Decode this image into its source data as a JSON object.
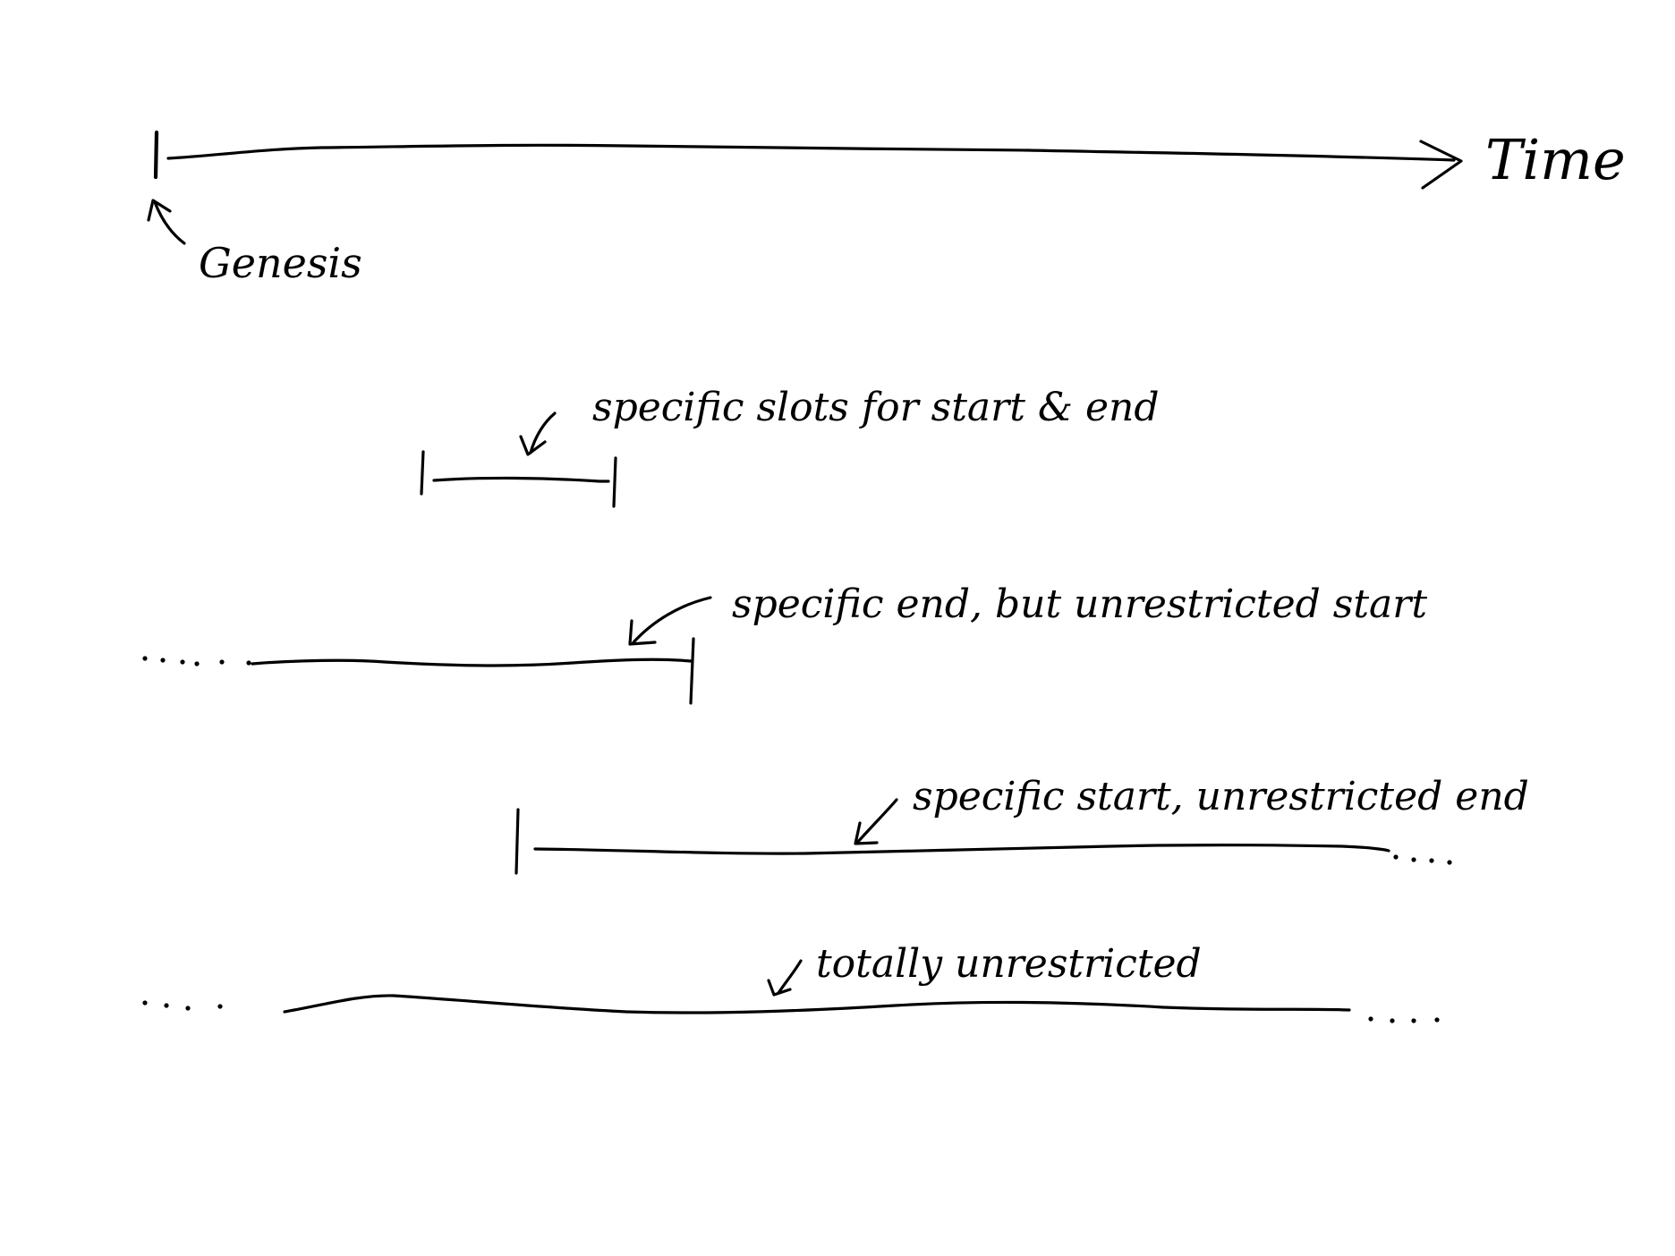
{
  "diagram": {
    "axis": {
      "label": "Time",
      "origin_label": "Genesis"
    },
    "ranges": [
      {
        "id": "bounded",
        "label": "specific slots for start & end",
        "start": "specific",
        "end": "specific"
      },
      {
        "id": "open-start",
        "label": "specific end, but unrestricted start",
        "start": "unrestricted",
        "end": "specific"
      },
      {
        "id": "open-end",
        "label": "specific start, unrestricted end",
        "start": "specific",
        "end": "unrestricted"
      },
      {
        "id": "unbounded",
        "label": "totally unrestricted",
        "start": "unrestricted",
        "end": "unrestricted"
      }
    ]
  }
}
